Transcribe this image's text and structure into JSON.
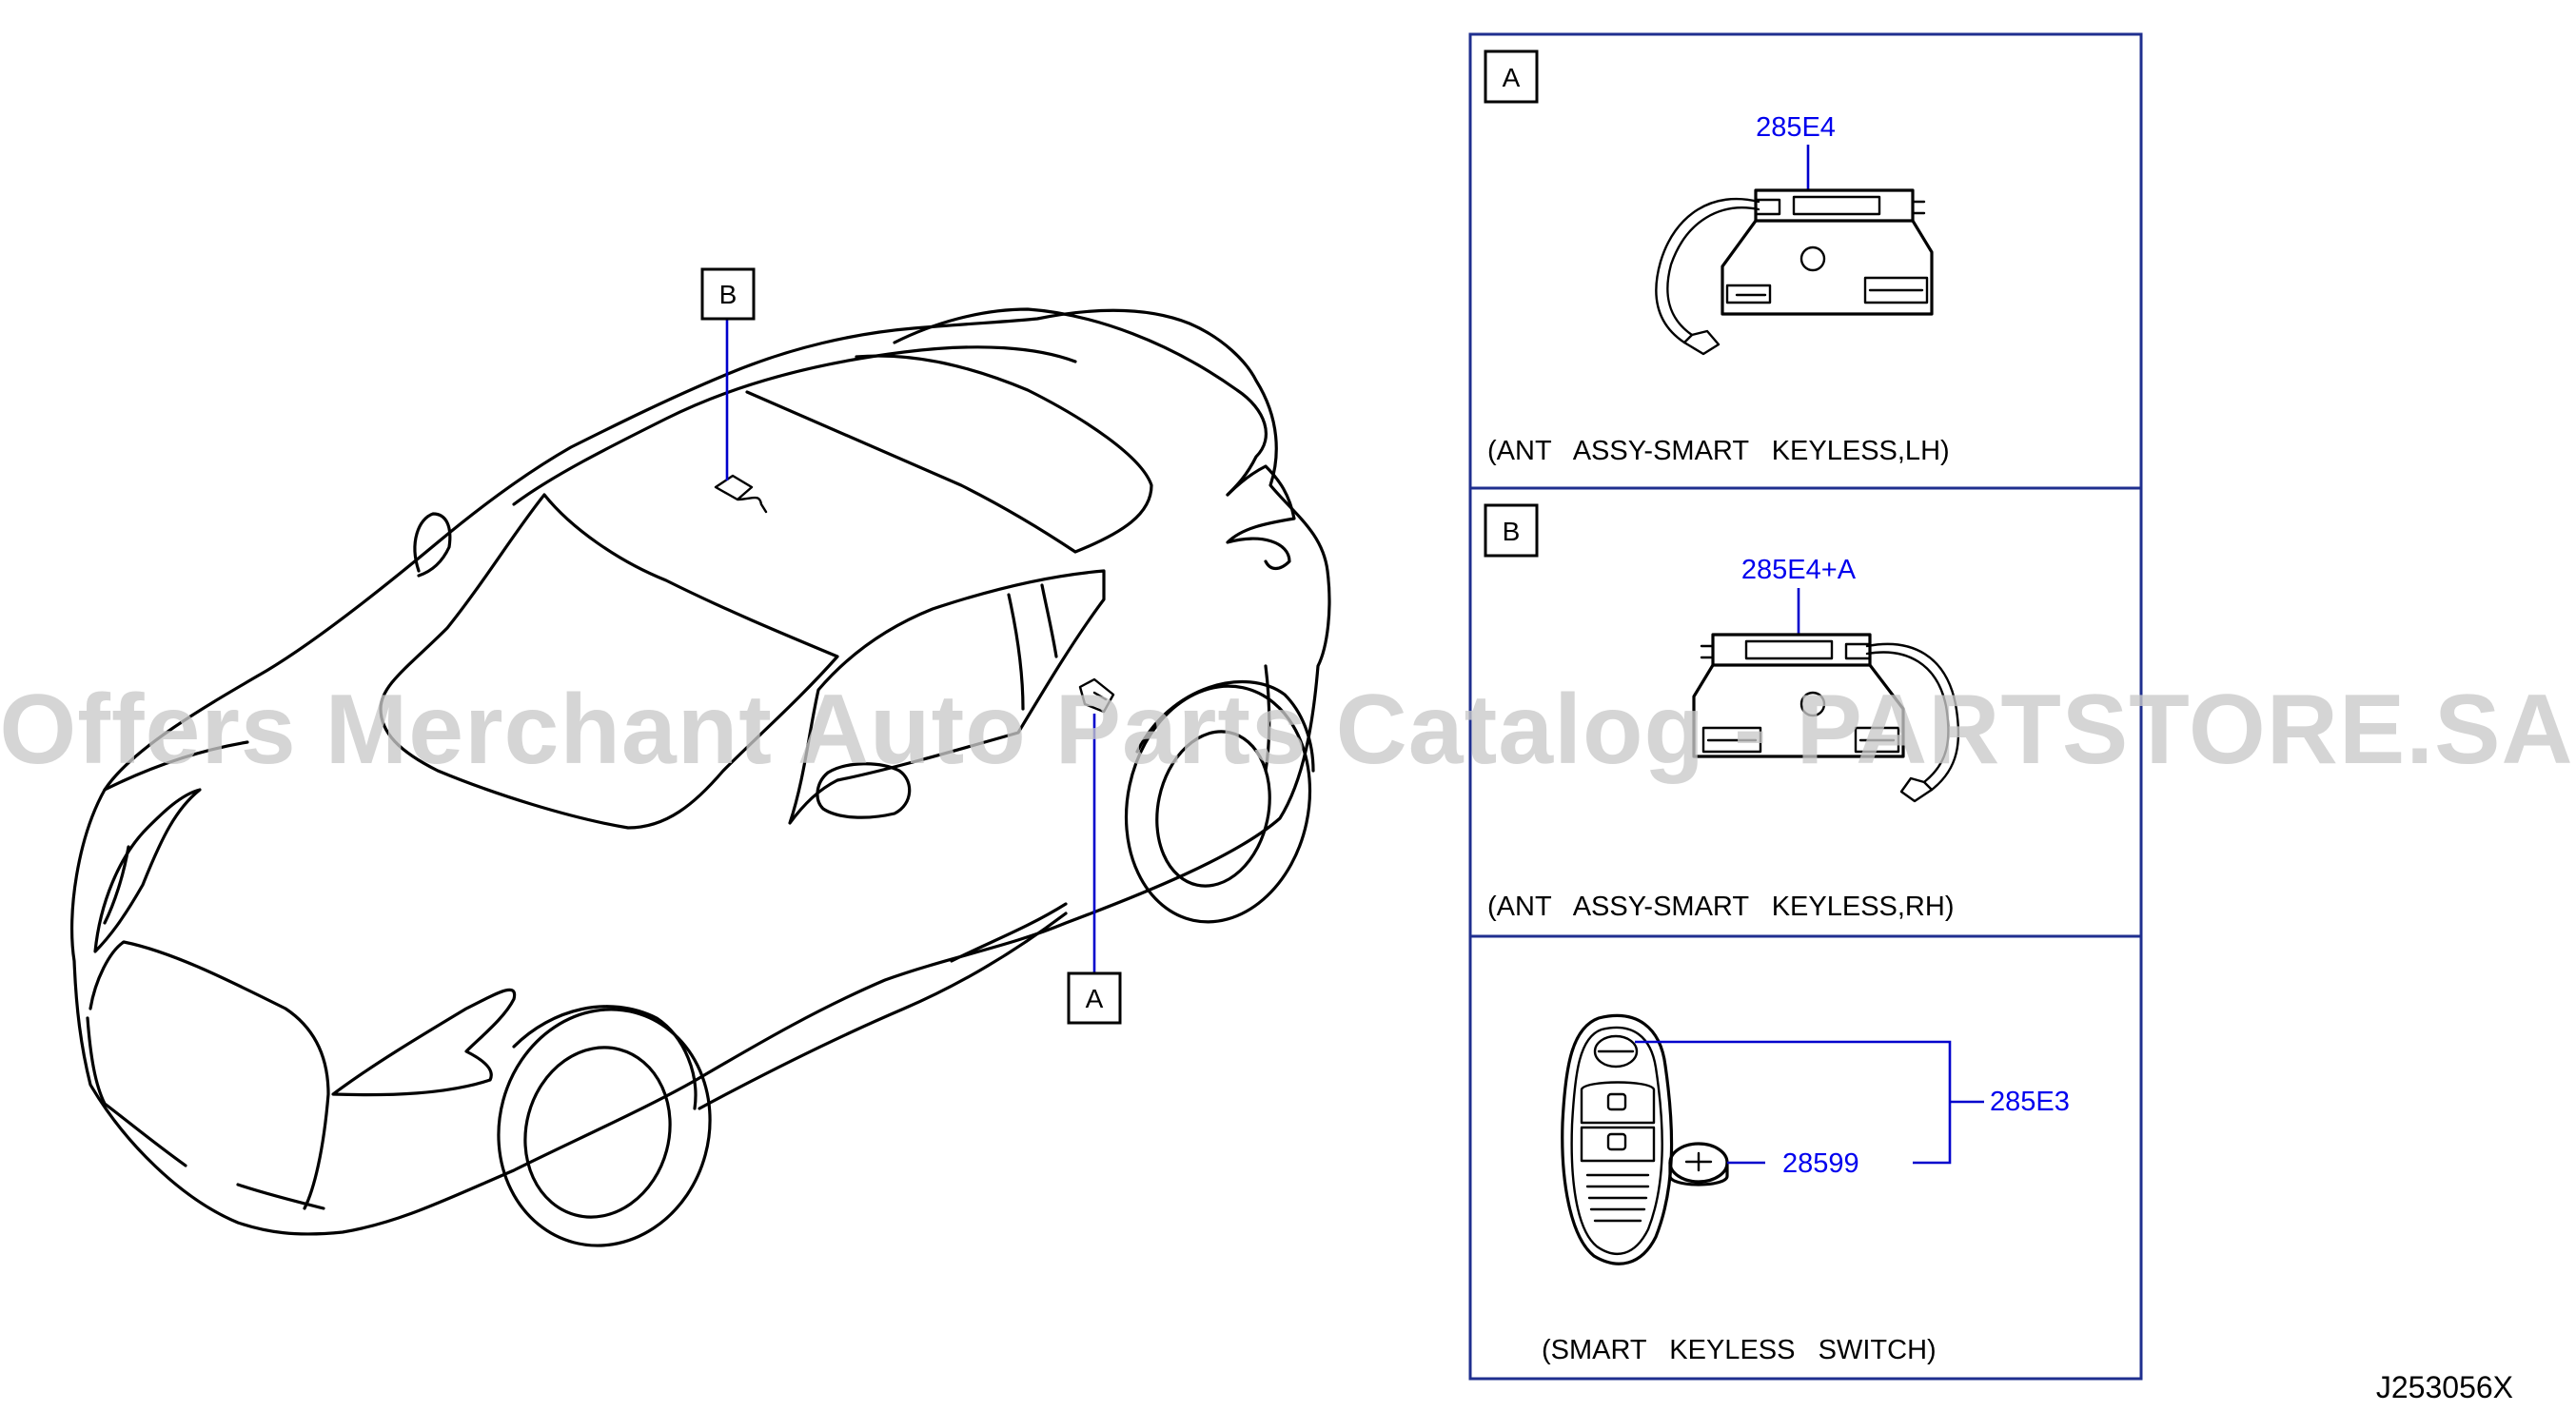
{
  "overview": {
    "callout_b": "B",
    "callout_a": "A"
  },
  "panels": [
    {
      "letter": "A",
      "part_number": "285E4",
      "caption": "(ANT   ASSY-SMART   KEYLESS,LH)"
    },
    {
      "letter": "B",
      "part_number": "285E4+A",
      "caption": "(ANT   ASSY-SMART   KEYLESS,RH)"
    },
    {
      "part_numbers": [
        "285E3",
        "28599"
      ],
      "caption": "(SMART   KEYLESS   SWITCH)"
    }
  ],
  "reference_code": "J253056X",
  "watermark": "Offers Merchant Auto Parts Catalog - PARTSTORE.SA",
  "colors": {
    "part_number_text": "#0000ee",
    "leader_line": "#0000cc",
    "panel_frame": "#1f2f8f",
    "watermark": "#c9c9c9"
  }
}
